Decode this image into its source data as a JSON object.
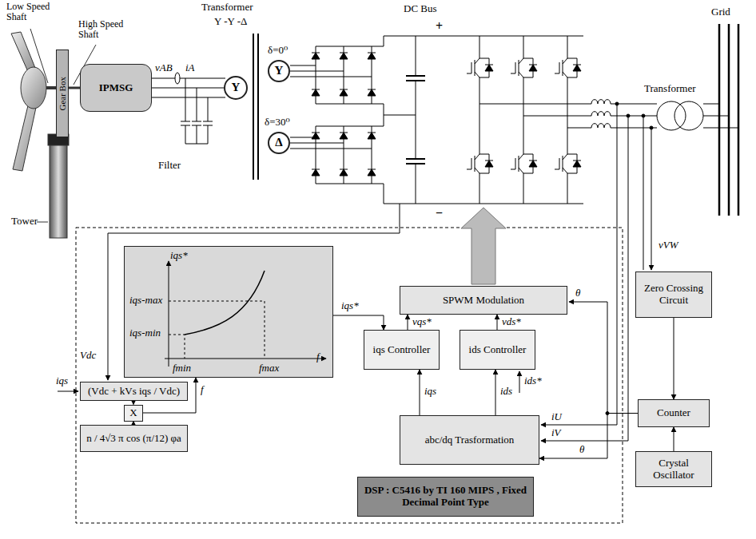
{
  "diagram": {
    "nodes": [
      {
        "text": [
          "Gear Box"
        ]
      },
      {
        "text": [
          "IPMSG"
        ]
      },
      {
        "text": [
          "Y"
        ]
      },
      {
        "text": [
          "Y"
        ]
      },
      {
        "text": [
          "Δ"
        ]
      },
      {
        "text": [
          "iqs*",
          "iqs-max",
          "iqs-min",
          "fmin",
          "fmax",
          "f"
        ]
      },
      {
        "text": [
          "SPWM Modulation"
        ]
      },
      {
        "text": [
          "iqs Controller"
        ]
      },
      {
        "text": [
          "ids Controller"
        ]
      },
      {
        "text": [
          "(Vdc + kVs iqs / Vdc)"
        ]
      },
      {
        "text": [
          "X"
        ]
      },
      {
        "text": [
          "n / 4√3 π cos (π/12) φa"
        ]
      },
      {
        "text": [
          "abc/dq Trasformation"
        ]
      },
      {
        "text": [
          "DSP : C5416 by TI 160 MIPS , Fixed Decimal Point Type"
        ]
      },
      {
        "text": [
          "Zero Crossing Circuit"
        ]
      },
      {
        "text": [
          "Counter"
        ]
      },
      {
        "text": [
          "Crystal Oscillator"
        ]
      }
    ],
    "edges": [
      {
        "from": 5,
        "to": 7,
        "arrow": "to",
        "label": "iqs*"
      },
      {
        "from": 7,
        "to": 6,
        "arrow": "to",
        "label": "vqs*"
      },
      {
        "from": 8,
        "to": 6,
        "arrow": "to",
        "label": "vds*"
      },
      {
        "from": 12,
        "to": 7,
        "arrow": "to",
        "label": "iqs"
      },
      {
        "from": 12,
        "to": 8,
        "arrow": "to",
        "label": "ids"
      },
      {
        "from": 9,
        "to": 10,
        "arrow": "to"
      },
      {
        "from": 11,
        "to": 10,
        "arrow": "to"
      },
      {
        "from": 10,
        "to": 5,
        "arrow": "to",
        "label": "f"
      },
      {
        "from": 14,
        "to": 15,
        "arrow": "to"
      },
      {
        "from": 16,
        "to": 15,
        "arrow": "to"
      },
      {
        "from": 15,
        "to": 12,
        "arrow": "to",
        "label": "θ"
      }
    ],
    "labels": [
      "Low Speed Shaft",
      "High Speed Shaft",
      "Tower",
      "Filter",
      "Transformer",
      "Y -Y -Δ",
      "δ=0⁰",
      "δ=30⁰",
      "DC Bus",
      "+",
      "−",
      "Transformer",
      "Grid",
      "iA",
      "vAB",
      "vVW",
      "iU",
      "iV",
      "θ",
      "ids*",
      "iqs",
      "Vdc"
    ]
  }
}
